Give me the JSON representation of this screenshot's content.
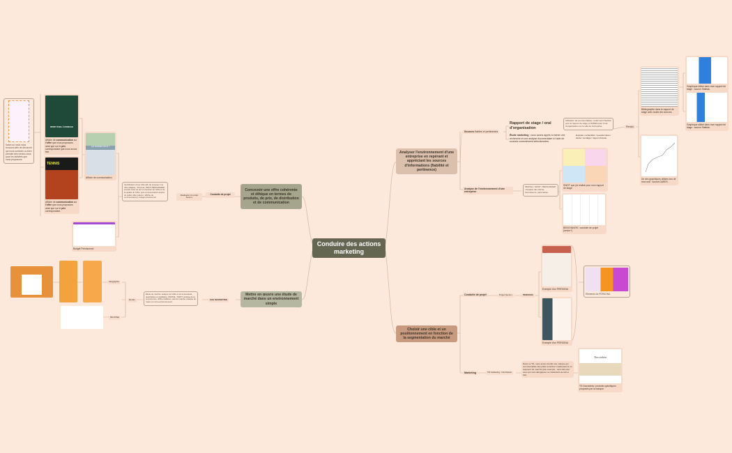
{
  "center": {
    "title": "Conduire des actions marketing"
  },
  "branches": {
    "analyser": {
      "title": "Analyser l'environnement d'une entreprise en repérant et appréciant les sources d'informations (fiabilité et pertinence)",
      "sources": {
        "label_bold": "Sources",
        "label_rest": " fiables et pertinentes",
        "rapport": "Rapport de stage / oral d'organisation",
        "rapport_note": "Utilisation de sources fiables, notamment Statista pour le rapport de stage et DARES pour l'oral d'organisation sur la ville de l'entreprise.",
        "etude_bold": "Étude marketing",
        "etude_rest": " : nous avons appris à mener une recherche et une analyse documentaire à l'aide de sources correctement sélectionnées.",
        "etude_note": "Enquête / échantillon / questionnaire / étude / sondage / rapport d'étude.",
        "rendu": "Rendu",
        "biblio_caption": "Bibliographie dans le rapport de stage avec toutes les sources.",
        "graph1_caption": "Graphique utilisé dans mon rapport de stage : source Statista.",
        "graph2_caption": "Graphique utilisé dans mon rapport de stage : source Statista.",
        "dares_caption": "Un des graphiques utilisés lors de mon oral : source DARES."
      },
      "analyse": {
        "label": "Analyse de l'environnement d'une entreprise",
        "note": "PESTEL / SWOT / BENCHMARK / Analyse des clients, fournisseurs, partenaires.",
        "swot_caption": "SWOT que j'ai réalisé pour mon rapport de stage.",
        "benchmark_caption": "BENCHMARK / conduite de projet (senior+)"
      }
    },
    "choisir": {
      "title": "Choisir une cible et un positionnement en fonction de la segmentation du marché",
      "conduite": "Conduite de projet",
      "projet": "Projet Senior+",
      "persona": "PERSONA",
      "persona1_caption": "Exemple d'un PERSONA",
      "persona2_caption": "Exemple d'un PERSONA",
      "elements_caption": "Éléments du PERSONA",
      "marketing": "Marketing",
      "td": "TD marketing : Noccioleta",
      "td_note": "Dans ce TD, nous avons étudié une marque qui commercialise des pâtes à tartiner s'adressant à un segment du marché (par exemple : sans lait pour ceux qui sont allergiques ou intolérants au lait et bio).",
      "noccioleta_caption": "TD Noccioleta / produits spécifiques proposés par la marque.",
      "noccioleta_logo": "Noccioleta"
    },
    "concevoir": {
      "title": "Concevoir une offre cohérente et éthique en termes de produits, de prix, de distribution et de communication",
      "conduite": "Conduite de projet",
      "realisation": "Réalisation du projet Senior+",
      "note": "Identification d'une cible afin de proposer une offre adaptée : Persona, SWOT, BENCHMARK, ensuite choix du prix en fonction de l'offre et de la qualité de l'offre, puis communication auprès du public cible (salons / affiche de communication), budget prévisionnel.",
      "affiche_caption": "Affiche de communication",
      "affiche1_caption": [
        "Affiche de ",
        "communication",
        " sur ",
        "l'offre",
        " que nous proposons ainsi que sur le ",
        "prix",
        " correspondant que nous avons fixé."
      ],
      "affiche2_caption": [
        "Affiche de ",
        "communication",
        " sur ",
        "l'offre",
        " que nous proposons ainsi que sur le ",
        "prix",
        " correspondant."
      ],
      "salon_caption": "Salon où nous nous trouvons afin de découvrir qui nous sommes ou bien prendre des rendez-vous pour les activités que nous proposons",
      "budget_caption": "Budget Prévisionnel",
      "poster1_text": "SPORT ÉVEIL À DOMICILE",
      "poster2_text": "TENNIS",
      "poster3_text": "QUI SOMMES-NOUS ?"
    },
    "mettre": {
      "title": "Mettre en œuvre une étude de marché dans un environnement simple",
      "sae": "SAE MARKETING",
      "note": "Étude de marché, analyse de l'offre et de la demande quantitative et qualitative, PESTEL, SWOT, analyse de la concurrence, chiffre d'affaires, part de marché, analyse du macro et micro-environnement.",
      "rendu": "Rendu",
      "infographie": "Infographie",
      "mindmap": "Mind Map"
    }
  },
  "colors": {
    "background": "#fde9dc",
    "center": "#646652",
    "analyser": "#dcc0ae",
    "choisir": "#c89a7f",
    "concevoir": "#a4a58c",
    "mettre": "#b6b7a1",
    "line": "#d4b8a4"
  }
}
